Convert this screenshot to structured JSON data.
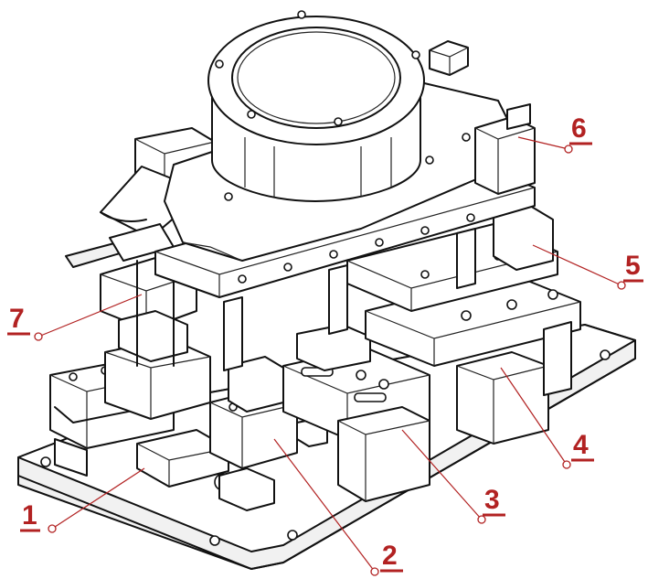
{
  "diagram": {
    "callouts": [
      {
        "id": "1",
        "text": "1"
      },
      {
        "id": "2",
        "text": "2"
      },
      {
        "id": "3",
        "text": "3"
      },
      {
        "id": "4",
        "text": "4"
      },
      {
        "id": "5",
        "text": "5"
      },
      {
        "id": "6",
        "text": "6"
      },
      {
        "id": "7",
        "text": "7"
      }
    ],
    "colors": {
      "callout": "#b22222",
      "line_art": "#111111",
      "background": "#ffffff"
    }
  }
}
